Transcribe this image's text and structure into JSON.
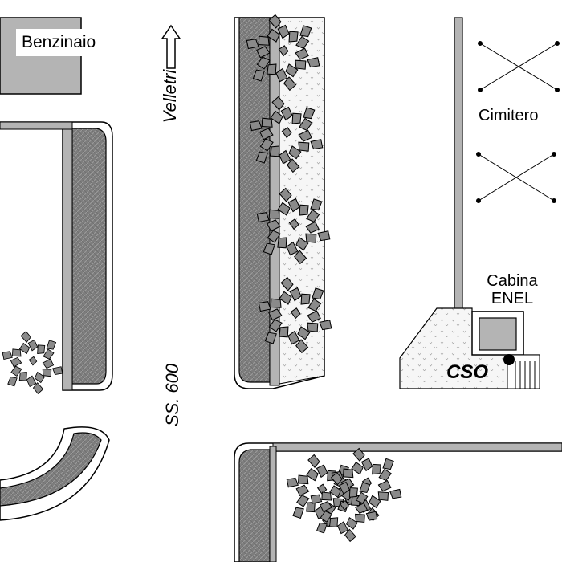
{
  "labels": {
    "benzinaio": "Benzinaio",
    "cimitero": "Cimitero",
    "cabina_line1": "Cabina",
    "cabina_line2": "ENEL",
    "cso": "CSO",
    "velletri": "Velletri",
    "road": "SS. 600"
  },
  "icons": {
    "direction_arrow": "north-arrow-icon",
    "cemetery_symbol": "crossed-lines-icon",
    "tree": "tree-icon",
    "cso_marker": "dot-marker-icon"
  },
  "colors": {
    "building_fill": "#b4b4b4",
    "sidewalk_fill": "#7a7a7a",
    "tree_fill": "#8a8a8a",
    "line": "#000000",
    "grass_fill": "#f4f4f4"
  }
}
